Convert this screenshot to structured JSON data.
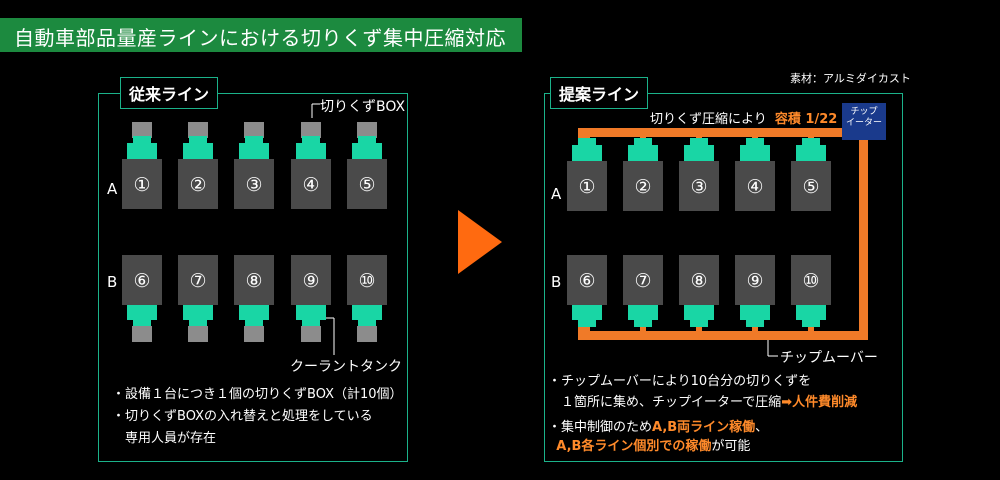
{
  "title": "自動車部品量産ラインにおける切りくず集中圧縮対応",
  "material_note": "素材：アルミダイカスト",
  "left": {
    "label": "従来ライン",
    "row_a": "A",
    "row_b": "B",
    "machines_a": [
      "①",
      "②",
      "③",
      "④",
      "⑤"
    ],
    "machines_b": [
      "⑥",
      "⑦",
      "⑧",
      "⑨",
      "⑩"
    ],
    "callout_box": "切りくずBOX",
    "callout_tank": "クーラントタンク",
    "bullets": [
      "・設備１台につき１個の切りくずBOX（計10個）",
      "・切りくずBOXの入れ替えと処理をしている",
      "　専用人員が存在"
    ]
  },
  "right": {
    "label": "提案ライン",
    "row_a": "A",
    "row_b": "B",
    "machines_a": [
      "①",
      "②",
      "③",
      "④",
      "⑤"
    ],
    "machines_b": [
      "⑥",
      "⑦",
      "⑧",
      "⑨",
      "⑩"
    ],
    "compress_note": "切りくず圧縮により",
    "compress_highlight": "容積 1/22",
    "chip_eater": [
      "チップ",
      "イーター"
    ],
    "callout_mover": "チップムーバー",
    "bullet1_line1": "・チップムーバーにより10台分の切りくずを",
    "bullet1_line2": "　１箇所に集め、チップイーターで圧縮",
    "bullet1_arrow": "➡",
    "bullet1_highlight": "人件費削減",
    "bullet2_prefix": "・集中制御のため",
    "bullet2_highlight1": "A,B両ライン稼働",
    "bullet2_suffix1": "、",
    "bullet2_highlight2": "A,B各ライン個別での稼働",
    "bullet2_suffix2": "が可能"
  },
  "colors": {
    "title_bg": "#1c8a3f",
    "panel_border": "#1bb28a",
    "machine": "#4a4a4a",
    "coolant": "#19d6a5",
    "chip_box": "#8c8c8c",
    "conveyor": "#f07a28",
    "chip_eater": "#1a3a8c",
    "arrow": "#ff6a10"
  }
}
